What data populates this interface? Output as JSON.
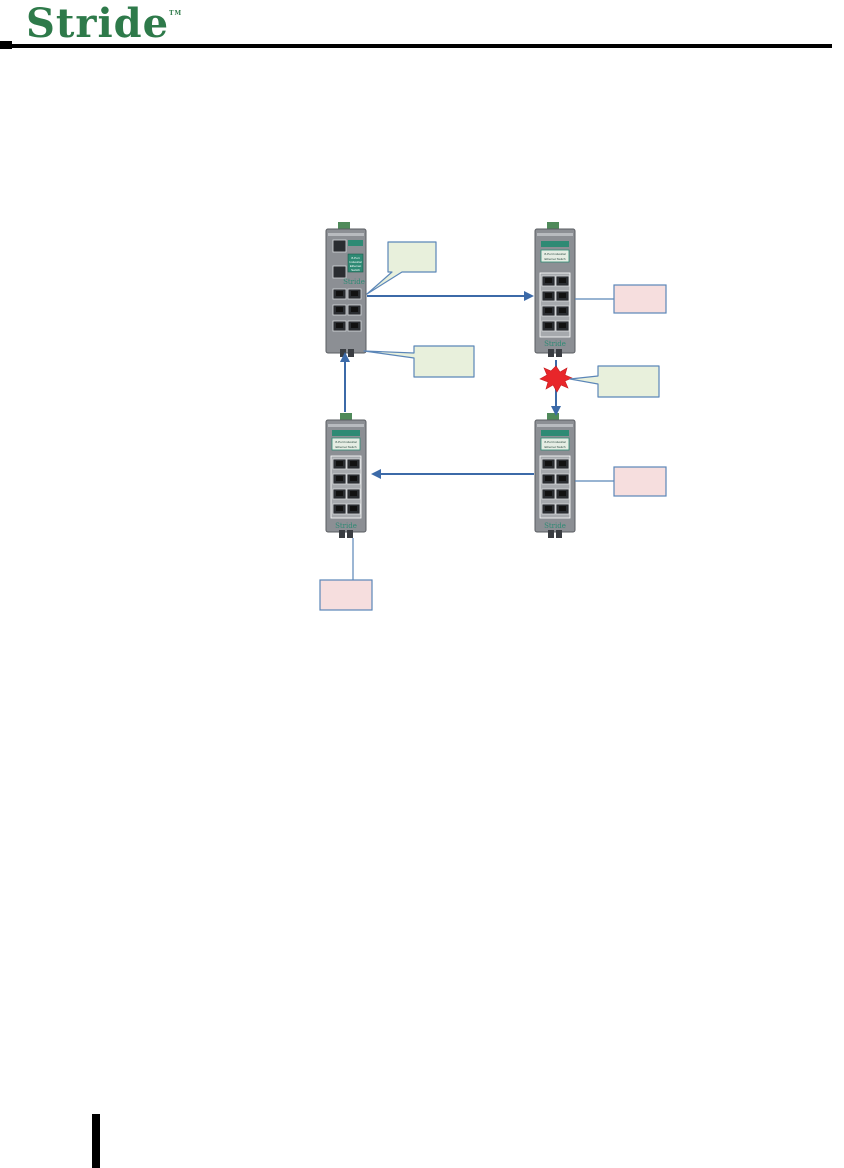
{
  "header": {
    "brand": "Stride",
    "trademark": "TM"
  },
  "diagram": {
    "switches": [
      {
        "id": "top-left-managed",
        "panel_lines": [
          "8-Port",
          "Industrial",
          "Ethernet",
          "Switch"
        ],
        "brand": "Stride"
      },
      {
        "id": "top-right",
        "panel_lines": [
          "8-Port Industrial",
          "Ethernet Switch"
        ],
        "brand": "Stride"
      },
      {
        "id": "bottom-right",
        "panel_lines": [
          "8-Port Industrial",
          "Ethernet Switch"
        ],
        "brand": "Stride"
      },
      {
        "id": "bottom-left",
        "panel_lines": [
          "8-Port Industrial",
          "Ethernet Switch"
        ],
        "brand": "Stride"
      }
    ],
    "callout_fill": "#e8f0dc",
    "callout_stroke": "#5b86b8",
    "label_fill": "#f6dede",
    "label_stroke": "#5b86b8",
    "link_color": "#3c6aa8",
    "break_color": "#e8262a",
    "switch_body_color": "#8c8f94",
    "connector_color": "#4f8a5a",
    "panel_color": "#2e8a74"
  }
}
